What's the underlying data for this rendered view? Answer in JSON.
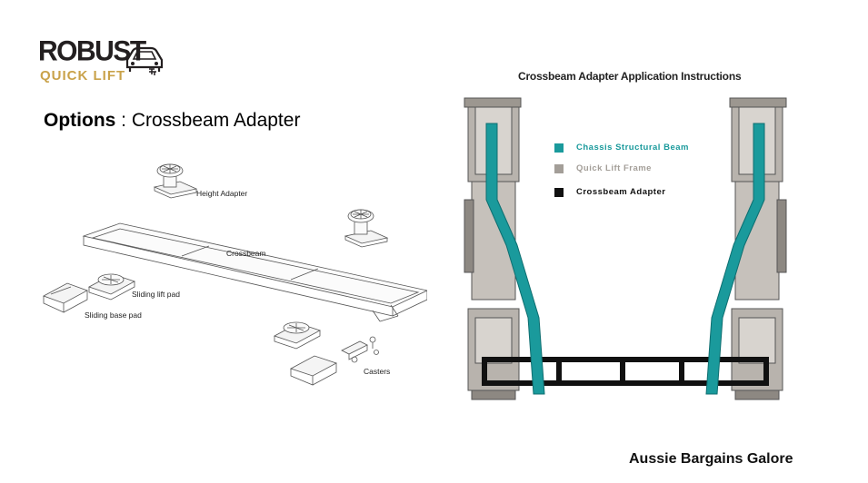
{
  "logo": {
    "line1": "ROBUST",
    "line2": "QUICK LIFT",
    "icon": "car-lift-icon"
  },
  "options": {
    "label": "Options",
    "separator": " : ",
    "value": "Crossbeam Adapter"
  },
  "parts": {
    "height_adapter": "Height Adapter",
    "crossbeam": "Crossbeam",
    "sliding_lift_pad": "Sliding lift pad",
    "sliding_base_pad": "Sliding base pad",
    "casters": "Casters"
  },
  "instructions_title": "Crossbeam Adapter Application Instructions",
  "legend": [
    {
      "label": "Chassis Structural Beam",
      "color": "#1a9a9c"
    },
    {
      "label": "Quick Lift Frame",
      "color": "#a39e98"
    },
    {
      "label": "Crossbeam Adapter",
      "color": "#111111"
    }
  ],
  "footer": "Aussie Bargains Galore"
}
